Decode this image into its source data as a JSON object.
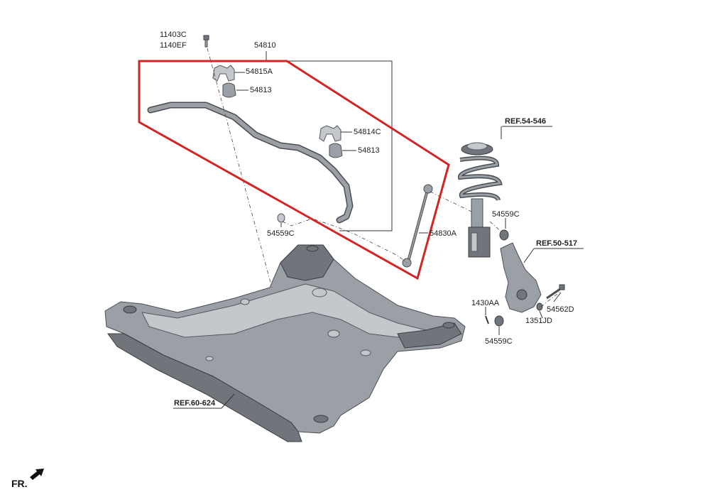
{
  "labels": {
    "p11403C": "11403C",
    "p1140EF": "1140EF",
    "p54810": "54810",
    "p54815A": "54815A",
    "p54813a": "54813",
    "p54814C": "54814C",
    "p54813b": "54813",
    "p54559Ca": "54559C",
    "p54830A": "54830A",
    "ref54546": "REF.54-546",
    "p54559Cb": "54559C",
    "ref50517": "REF.50-517",
    "p1430AA": "1430AA",
    "p54562D": "54562D",
    "p1351JD": "1351JD",
    "p54559Cc": "54559C",
    "ref60624": "REF.60-624",
    "fr": "FR."
  },
  "colors": {
    "highlight": "#d42424",
    "part_fill": "#9aa0a6",
    "part_stroke": "#4a4e52"
  },
  "icons": {
    "front_arrow": "arrow-icon"
  }
}
